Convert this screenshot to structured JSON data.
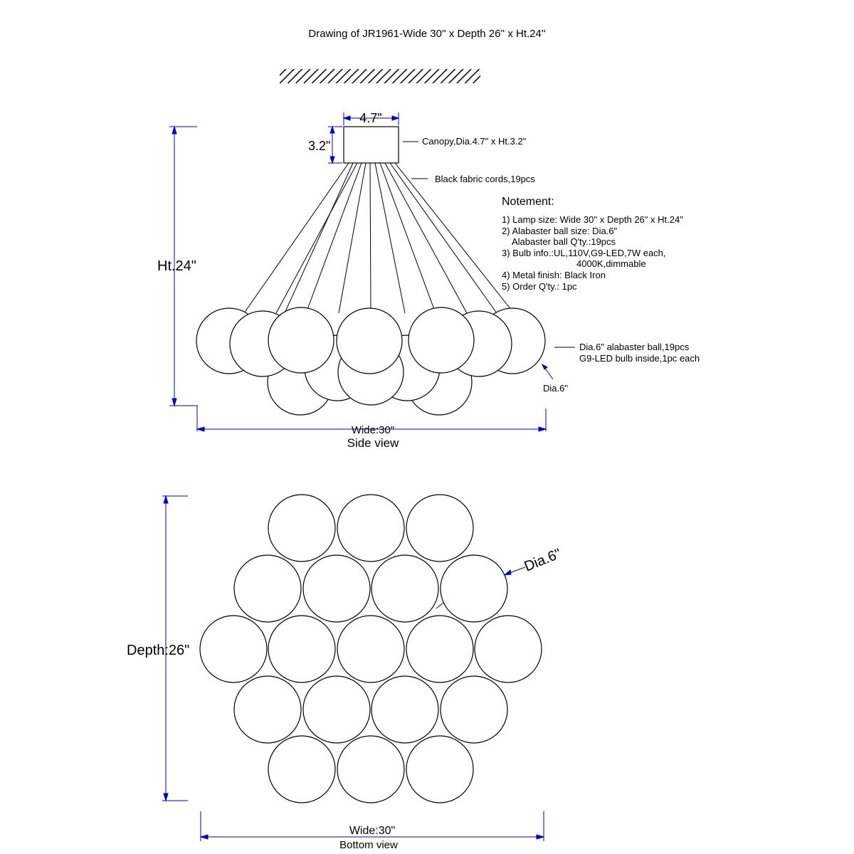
{
  "title": "Drawing of JR1961-Wide 30'' x Depth 26'' x Ht.24''",
  "side_view": {
    "caption": "Side view",
    "canopy_width": "4.7\"",
    "canopy_height": "3.2\"",
    "canopy_label": "Canopy,Dia.4.7\" x Ht.3.2\"",
    "cords_label": "Black fabric cords,19pcs",
    "height_label": "Ht.24\"",
    "width_label": "Wide:30\"",
    "ball_label_1": "Dia.6\" alabaster ball,19pcs",
    "ball_label_2": "G9-LED bulb inside,1pc each",
    "ball_dia": "Dia.6\""
  },
  "notes": {
    "heading": "Notement:",
    "lines": [
      "1) Lamp size: Wide 30'' x Depth 26\" x Ht.24\"",
      "2) Alabaster ball size: Dia.6\"",
      "Alabaster ball Q'ty.:19pcs",
      "3) Bulb info.:UL,110V,G9-LED,7W each,",
      "4000K,dimmable",
      "4) Metal finish: Black Iron",
      "5) Order Q'ty.: 1pc"
    ]
  },
  "bottom_view": {
    "caption": "Bottom view",
    "depth_label": "Depth:26\"",
    "width_label": "Wide:30\"",
    "ball_dia": "Dia.6\""
  },
  "colors": {
    "lines": "#000000",
    "dimension": "#0000cc"
  }
}
